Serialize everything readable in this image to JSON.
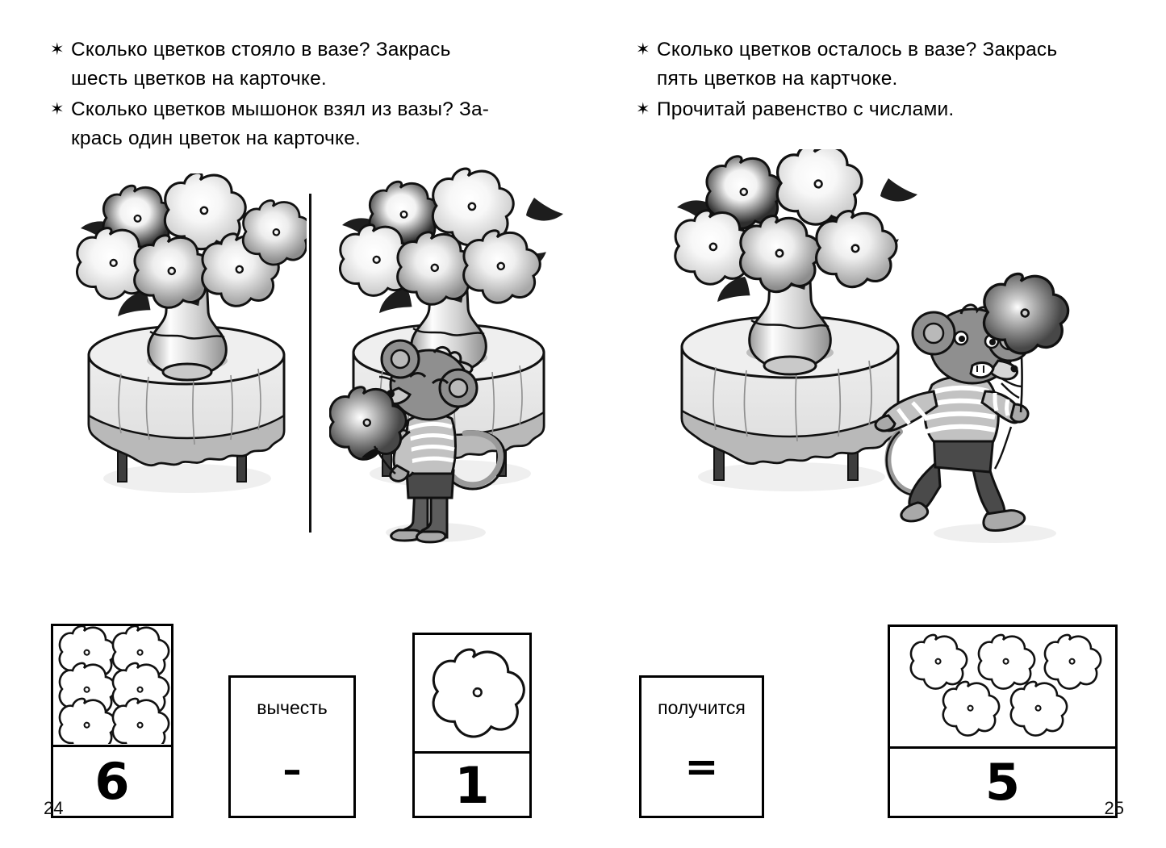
{
  "document": {
    "type": "workbook-spread",
    "language": "ru"
  },
  "left_page": {
    "page_number": "24",
    "instructions": [
      {
        "bullet": "eight-point-star",
        "lines": [
          "Сколько  цветков  стояло  в вазе?  Закрась",
          "шесть  цветков  на  карточке."
        ]
      },
      {
        "bullet": "eight-point-star",
        "lines": [
          "Сколько цветков мышонок взял из вазы? За-",
          "крась  один  цветок  на  карточке."
        ]
      }
    ],
    "illustration": {
      "scene_a": {
        "name": "vase-of-flowers-on-table",
        "flower_count": 6
      },
      "scene_b": {
        "name": "vase-on-table-with-mouse",
        "flower_count": 5,
        "character": "mouse-holding-flower"
      },
      "divider": "vertical-rule"
    },
    "cards": [
      {
        "name": "quantity-card-six",
        "flowers": 6,
        "numeral": "6",
        "layout": "2x3"
      },
      {
        "name": "operator-card-subtract",
        "word": "вычесть",
        "symbol": "–"
      },
      {
        "name": "quantity-card-one",
        "flowers": 1,
        "numeral": "1",
        "layout": "1x1"
      }
    ]
  },
  "right_page": {
    "page_number": "25",
    "instructions": [
      {
        "bullet": "eight-point-star",
        "lines": [
          "Сколько цветков осталось в вазе? Закрась",
          "пять  цветков  на  картчоке."
        ]
      },
      {
        "bullet": "eight-point-star",
        "lines": [
          "Прочитай  равенство   с  числами."
        ]
      }
    ],
    "illustration": {
      "scene": {
        "name": "vase-on-table-with-running-mouse",
        "flower_count": 5,
        "character": "mouse-running-with-flower"
      }
    },
    "cards": [
      {
        "name": "operator-card-equals",
        "word": "получится",
        "symbol": "="
      },
      {
        "name": "quantity-card-five",
        "flowers": 5,
        "numeral": "5",
        "layout": "3+2"
      }
    ]
  },
  "equation": {
    "expression": "6 – 1 = 5",
    "minuend": "6",
    "subtrahend": "1",
    "result": "5"
  },
  "colors": {
    "ink": "#000000",
    "paper": "#ffffff",
    "gray_light": "#e2e2e2",
    "gray_mid": "#b4b4b4",
    "gray_dark": "#6f6f6f",
    "gray_darkest": "#3b3b3b"
  }
}
